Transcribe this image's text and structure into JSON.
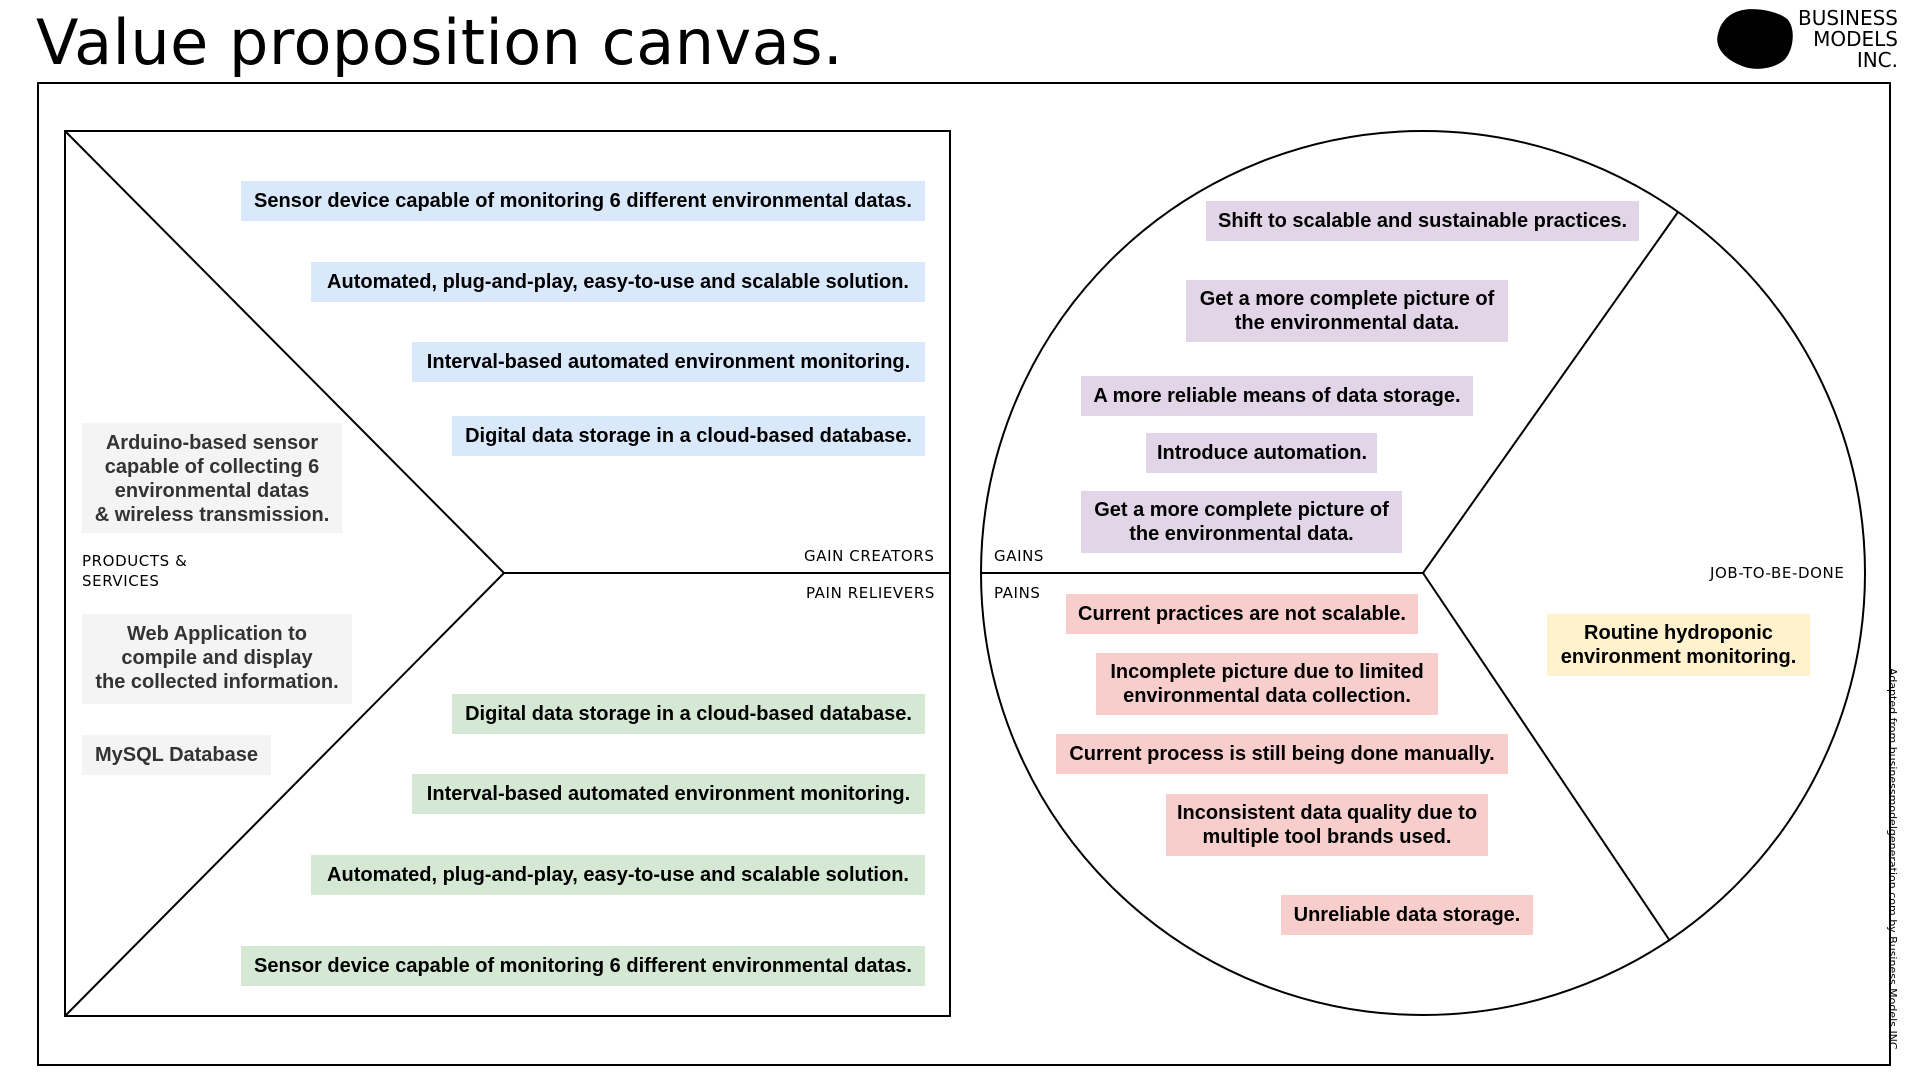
{
  "page": {
    "title": "Value proposition canvas."
  },
  "brand": {
    "line1": "BUSINESS",
    "line2": "MODELS",
    "line3": "INC."
  },
  "labels": {
    "gain_creators": "GAIN CREATORS",
    "pain_relievers": "PAIN RELIEVERS",
    "products_services_1": "PRODUCTS &",
    "products_services_2": "SERVICES",
    "gains": "GAINS",
    "pains": "PAINS",
    "job": "JOB-TO-BE-DONE"
  },
  "gain_creators": [
    "Sensor device capable of monitoring 6 different environmental datas.",
    "Automated, plug-and-play, easy-to-use and scalable solution.",
    "Interval-based automated environment monitoring.",
    "Digital data storage in a cloud-based database."
  ],
  "pain_relievers": [
    "Digital data storage in a cloud-based database.",
    "Interval-based automated environment monitoring.",
    "Automated, plug-and-play, easy-to-use and scalable solution.",
    "Sensor device capable of monitoring 6 different environmental datas."
  ],
  "products_services": [
    {
      "l1": "Arduino-based sensor",
      "l2": "capable of collecting 6",
      "l3": "environmental datas",
      "l4": "& wireless transmission."
    },
    {
      "l1": "Web Application to",
      "l2": "compile and display",
      "l3": "the collected information."
    },
    {
      "l1": "MySQL Database"
    }
  ],
  "gains": [
    {
      "l1": "Shift to scalable and sustainable practices."
    },
    {
      "l1": "Get a more complete picture of",
      "l2": "the environmental data."
    },
    {
      "l1": "A more reliable means of data storage."
    },
    {
      "l1": "Introduce automation."
    },
    {
      "l1": "Get a more complete picture of",
      "l2": "the environmental data."
    }
  ],
  "pains": [
    {
      "l1": "Current practices are not scalable."
    },
    {
      "l1": "Incomplete picture due to limited",
      "l2": "environmental data collection."
    },
    {
      "l1": "Current process is still being done manually."
    },
    {
      "l1": "Inconsistent data quality due to",
      "l2": "multiple tool brands used."
    },
    {
      "l1": "Unreliable data storage."
    }
  ],
  "job": {
    "l1": "Routine hydroponic",
    "l2": "environment monitoring."
  },
  "credit": "Adapted from businessmodelgeneration.com by Business Models INC.",
  "colors": {
    "gain_creator_notes": "#dae8fc",
    "pain_reliever_notes": "#d5e8d4",
    "gain_notes": "#e1d5e7",
    "pain_notes": "#f8cecc",
    "job_note": "#fff2cc",
    "product_notes": "#f4f4f4"
  },
  "icons": {
    "logo": "black-blob-logo"
  }
}
